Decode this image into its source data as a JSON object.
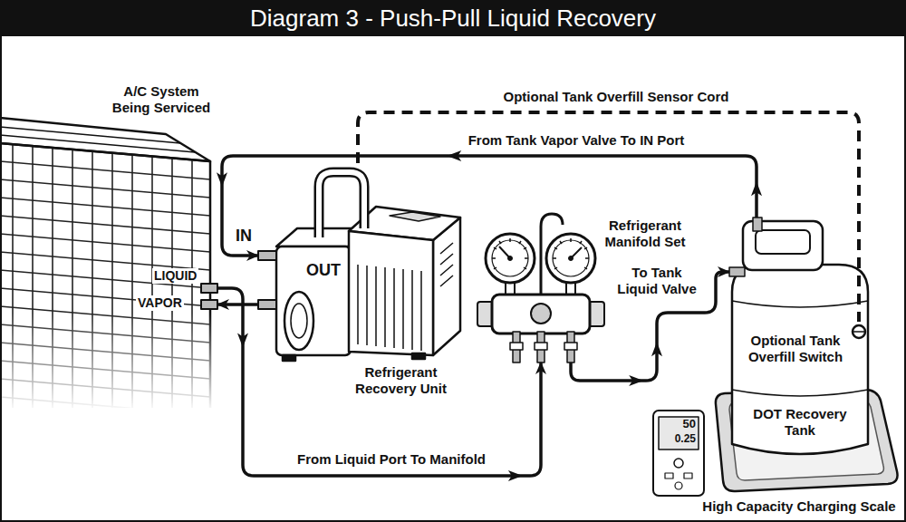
{
  "diagram": {
    "title": "Diagram 3 - Push-Pull Liquid Recovery",
    "nodes": [
      {
        "text": [
          "A/C System Being Serviced"
        ]
      },
      {
        "text": [
          "Refrigerant Recovery Unit"
        ]
      },
      {
        "text": [
          "Refrigerant Manifold Set"
        ]
      },
      {
        "text": [
          "DOT Recovery Tank"
        ]
      },
      {
        "text": [
          "Optional Tank Overfill Switch"
        ],
        "in": 3
      },
      {
        "text": [
          "50",
          "0.25"
        ]
      },
      {
        "text": [
          "High Capacity Charging Scale"
        ]
      }
    ],
    "edges": [
      {
        "from": 0,
        "to": 2,
        "arrow": "to",
        "label": "From Liquid Port To Manifold"
      },
      {
        "from": 2,
        "to": 3,
        "arrow": "to",
        "label": "To Tank Liquid Valve"
      },
      {
        "from": 3,
        "to": 1,
        "arrow": "to",
        "label": "From Tank Vapor Valve To IN Port"
      },
      {
        "from": 1,
        "to": 0,
        "arrow": "to"
      },
      {
        "from": 1,
        "to": 4,
        "arrow": "none",
        "label": "Optional Tank Overfill Sensor Cord"
      }
    ],
    "labels": [
      "VAPOR",
      "LIQUID",
      "IN",
      "OUT"
    ]
  }
}
